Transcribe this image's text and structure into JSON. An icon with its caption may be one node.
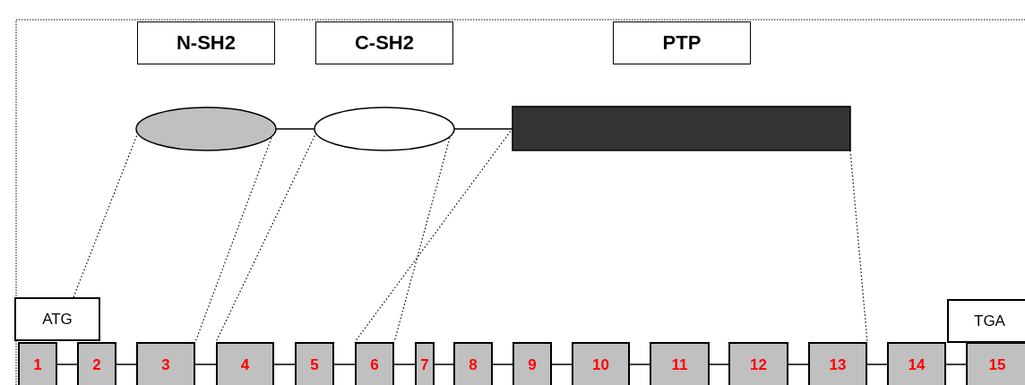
{
  "diagram": {
    "nodes": [
      {
        "text": [
          "N-SH2"
        ]
      },
      {
        "text": [
          "C-SH2"
        ]
      },
      {
        "text": [
          "PTP"
        ]
      },
      {
        "text": [],
        "shape": "ellipse"
      },
      {
        "text": [],
        "shape": "ellipse"
      },
      {
        "text": [],
        "shape": "bar"
      },
      {
        "text": [
          "ATG"
        ]
      },
      {
        "text": [
          "TGA"
        ]
      },
      {
        "text": [
          "1"
        ]
      },
      {
        "text": [
          "2"
        ]
      },
      {
        "text": [
          "3"
        ]
      },
      {
        "text": [
          "4"
        ]
      },
      {
        "text": [
          "5"
        ]
      },
      {
        "text": [
          "6"
        ]
      },
      {
        "text": [
          "7"
        ]
      },
      {
        "text": [
          "8"
        ]
      },
      {
        "text": [
          "9"
        ]
      },
      {
        "text": [
          "10"
        ]
      },
      {
        "text": [
          "11"
        ]
      },
      {
        "text": [
          "12"
        ]
      },
      {
        "text": [
          "13"
        ]
      },
      {
        "text": [
          "14"
        ]
      },
      {
        "text": [
          "15"
        ]
      }
    ],
    "edges": [
      {
        "from": 3,
        "to": 4,
        "arrow": "none"
      },
      {
        "from": 4,
        "to": 5,
        "arrow": "none"
      },
      {
        "from": 3,
        "to": 6,
        "arrow": "none",
        "style": "dashed"
      },
      {
        "from": 3,
        "to": 10,
        "arrow": "none",
        "style": "dashed"
      },
      {
        "from": 4,
        "to": 11,
        "arrow": "none",
        "style": "dashed"
      },
      {
        "from": 4,
        "to": 13,
        "arrow": "none",
        "style": "dashed"
      },
      {
        "from": 5,
        "to": 13,
        "arrow": "none",
        "style": "dashed"
      },
      {
        "from": 5,
        "to": 20,
        "arrow": "none",
        "style": "dashed"
      },
      {
        "from": 8,
        "to": 9,
        "arrow": "none"
      },
      {
        "from": 9,
        "to": 10,
        "arrow": "none"
      },
      {
        "from": 10,
        "to": 11,
        "arrow": "none"
      },
      {
        "from": 11,
        "to": 12,
        "arrow": "none"
      },
      {
        "from": 12,
        "to": 13,
        "arrow": "none"
      },
      {
        "from": 13,
        "to": 14,
        "arrow": "none"
      },
      {
        "from": 14,
        "to": 15,
        "arrow": "none"
      },
      {
        "from": 15,
        "to": 16,
        "arrow": "none"
      },
      {
        "from": 16,
        "to": 17,
        "arrow": "none"
      },
      {
        "from": 17,
        "to": 18,
        "arrow": "none"
      },
      {
        "from": 18,
        "to": 19,
        "arrow": "none"
      },
      {
        "from": 19,
        "to": 20,
        "arrow": "none"
      },
      {
        "from": 20,
        "to": 21,
        "arrow": "none"
      },
      {
        "from": 21,
        "to": 22,
        "arrow": "none"
      }
    ]
  }
}
